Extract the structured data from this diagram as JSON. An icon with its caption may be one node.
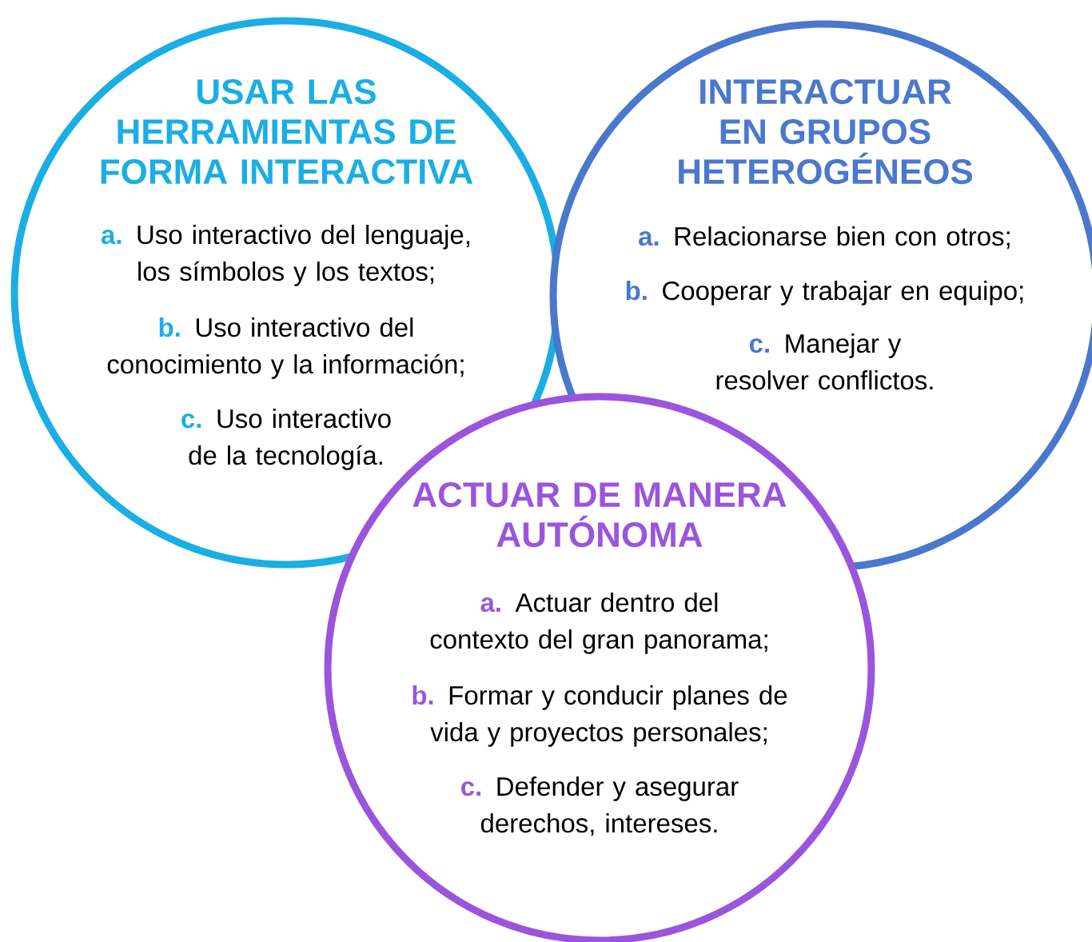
{
  "diagram": {
    "nodes": [
      {
        "text": [
          "USAR LAS HERRAMIENTAS DE FORMA INTERACTIVA",
          "**a.** Uso interactivo del lenguaje, los símbolos y los textos;",
          "**b.** Uso interactivo del conocimiento y la información;",
          "**c.** Uso interactivo de la tecnología."
        ]
      },
      {
        "text": [
          "INTERACTUAR EN GRUPOS HETEROGÉNEOS",
          "**a.** Relacionarse bien con otros;",
          "**b.** Cooperar y trabajar en equipo;",
          "**c.** Manejar y resolver conflictos."
        ]
      },
      {
        "text": [
          "ACTUAR DE MANERA AUTÓNOMA",
          "**a.** Actuar dentro del contexto del gran panorama;",
          "**b.** Formar y conducir planes de vida y proyectos personales;",
          "**c.** Defender y asegurar derechos, intereses."
        ]
      }
    ]
  }
}
